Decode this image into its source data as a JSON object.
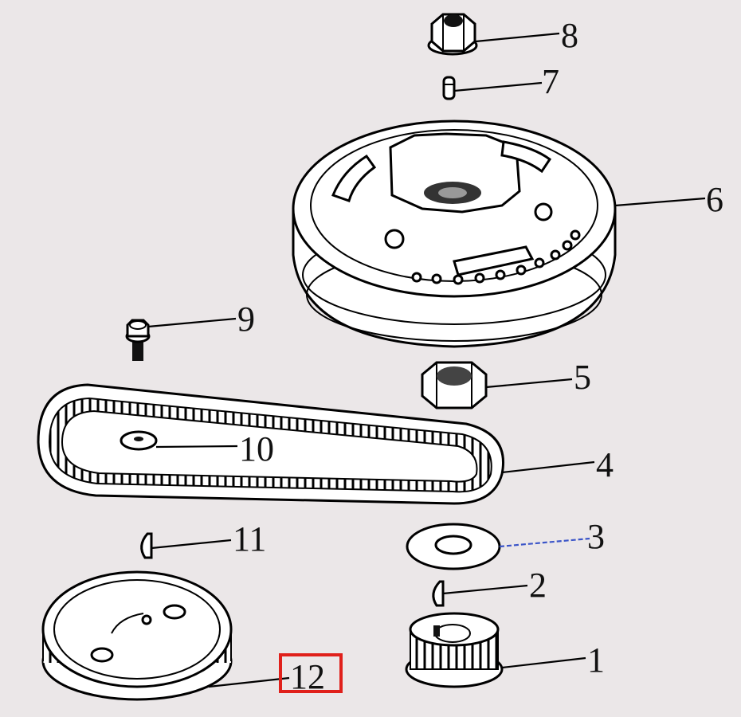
{
  "diagram": {
    "highlight_color": "#e0201b",
    "background_color": "#ebe7e8",
    "callouts": [
      {
        "id": "1",
        "label": "1"
      },
      {
        "id": "2",
        "label": "2"
      },
      {
        "id": "3",
        "label": "3"
      },
      {
        "id": "4",
        "label": "4"
      },
      {
        "id": "5",
        "label": "5"
      },
      {
        "id": "6",
        "label": "6"
      },
      {
        "id": "7",
        "label": "7"
      },
      {
        "id": "8",
        "label": "8"
      },
      {
        "id": "9",
        "label": "9"
      },
      {
        "id": "10",
        "label": "10"
      },
      {
        "id": "11",
        "label": "11"
      },
      {
        "id": "12",
        "label": "12",
        "highlighted": true
      }
    ]
  }
}
